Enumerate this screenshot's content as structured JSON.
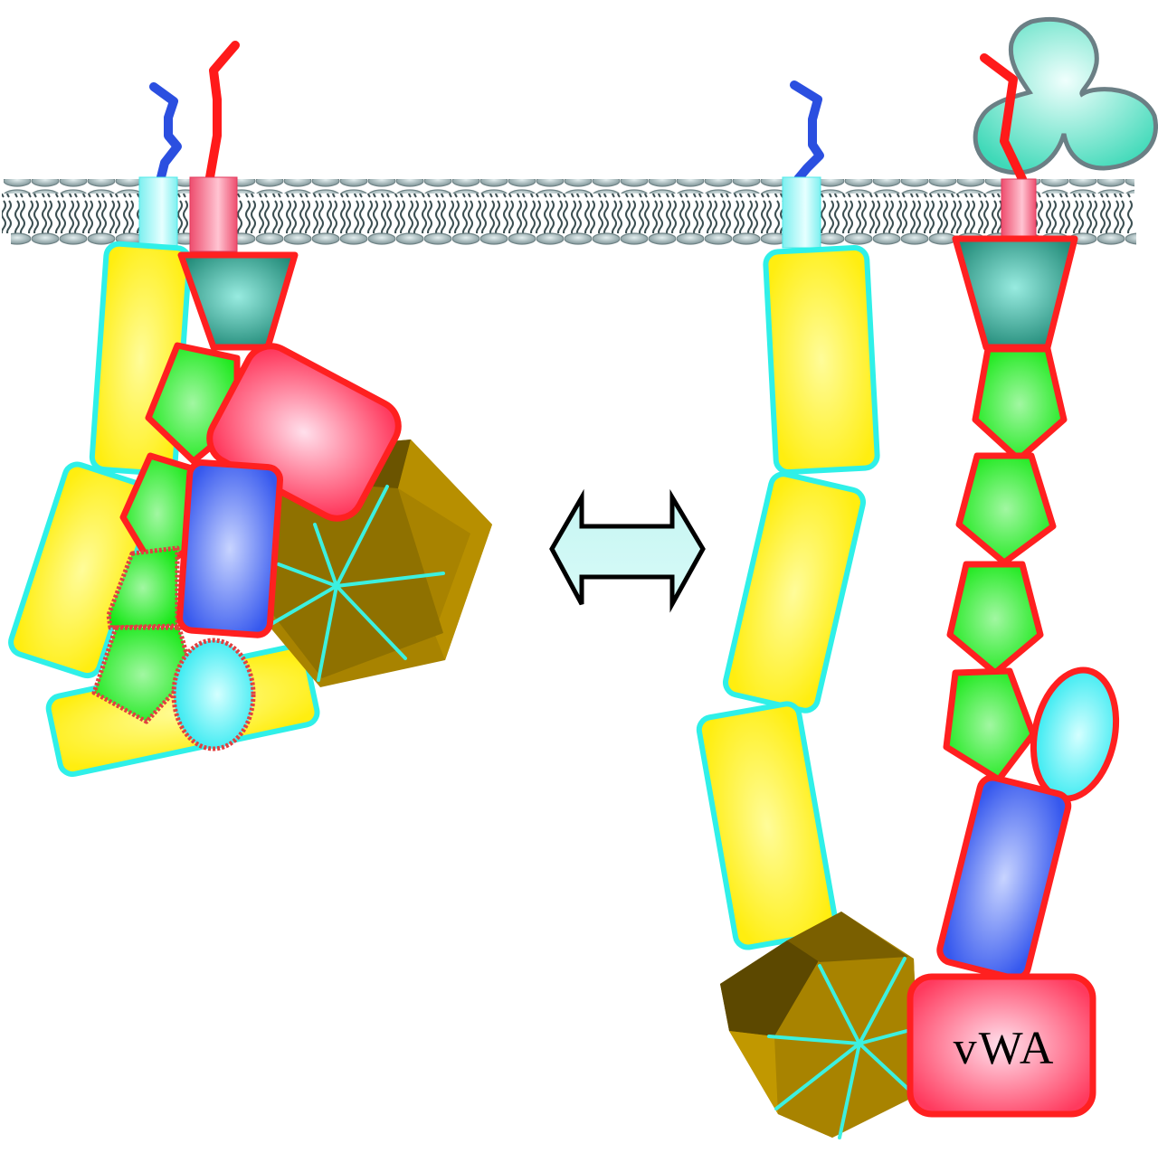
{
  "diagram": {
    "type": "integrin-conformation-schematic",
    "labels": {
      "vwa_domain": "vWA"
    },
    "states": [
      {
        "id": "bent",
        "position": "left",
        "description_visible": ""
      },
      {
        "id": "extended",
        "position": "right",
        "description_visible": ""
      }
    ],
    "transition_arrow": {
      "kind": "double-headed",
      "fill": "#cff7f5",
      "stroke": "#000000"
    },
    "ligand": {
      "shape": "trefoil",
      "fill": "#5fe3c4",
      "stroke": "#6b7f85"
    },
    "colors": {
      "alpha_chain": "#ff2020",
      "alpha_tail": "#ff1a1a",
      "beta_tail": "#2b4fe0",
      "beta_tm": "#a9f6f6",
      "alpha_tm": "#f27a92",
      "yellow_domain": "#fff22a",
      "yellow_outline": "#2ff0e8",
      "green_domain": "#22f022",
      "blue_domain": "#4a6cf2",
      "pink_domain": "#ff6f8a",
      "teal_domain": "#2d9e8c",
      "cyan_ellipse": "#4af2f5",
      "propeller": "#9c7a00",
      "propeller_dark": "#6b5400",
      "propeller_lines": "#3cf0e0",
      "membrane_head": "#9fb3b6",
      "membrane_tail": "#3c4f52"
    }
  }
}
